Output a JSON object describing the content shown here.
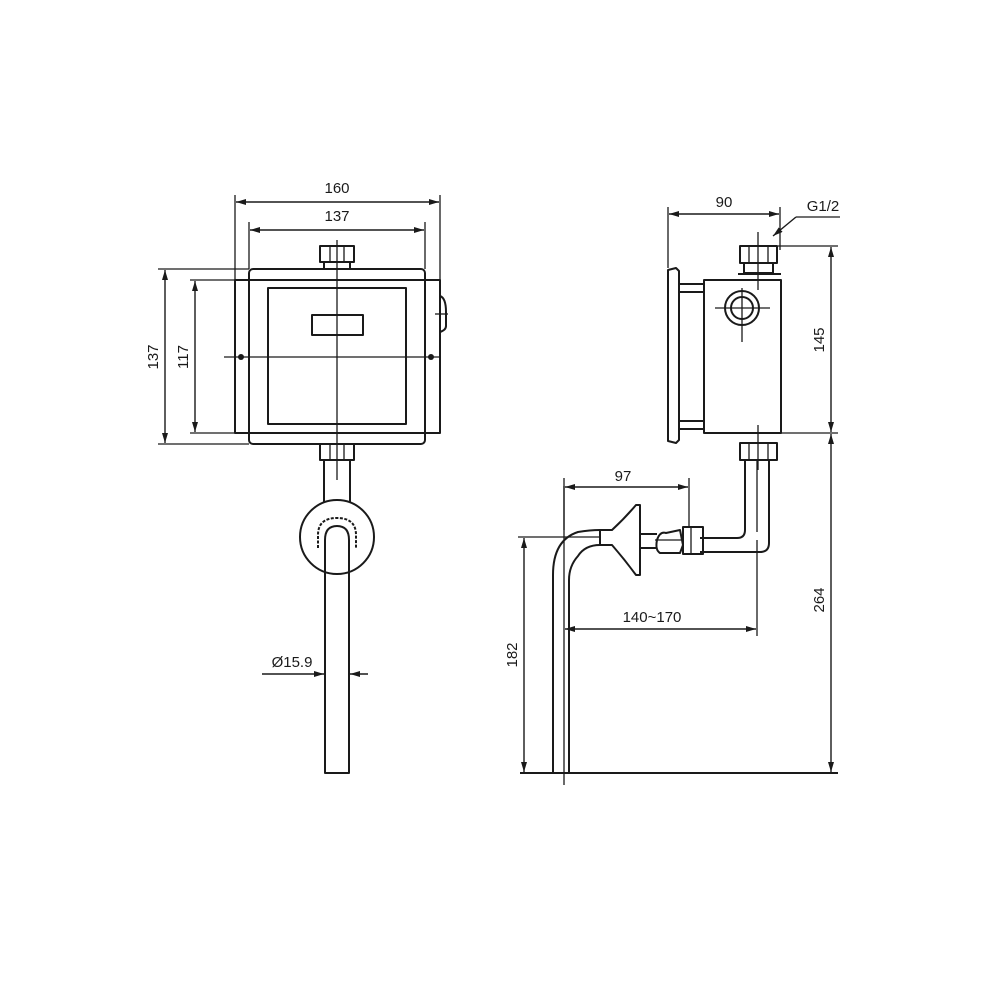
{
  "drawing": {
    "type": "technical-dimension-drawing",
    "line_color": "#1a1a1a",
    "background": "#ffffff",
    "front_view": {
      "width_outer": "160",
      "width_inner": "137",
      "height_outer": "137",
      "height_inner": "117",
      "pipe_diameter": "Ø15.9"
    },
    "side_view": {
      "depth": "90",
      "thread": "G1/2",
      "body_height": "145",
      "total_drop": "264",
      "flange_offset": "97",
      "horizontal_adjust": "140~170",
      "outlet_drop": "182"
    }
  }
}
